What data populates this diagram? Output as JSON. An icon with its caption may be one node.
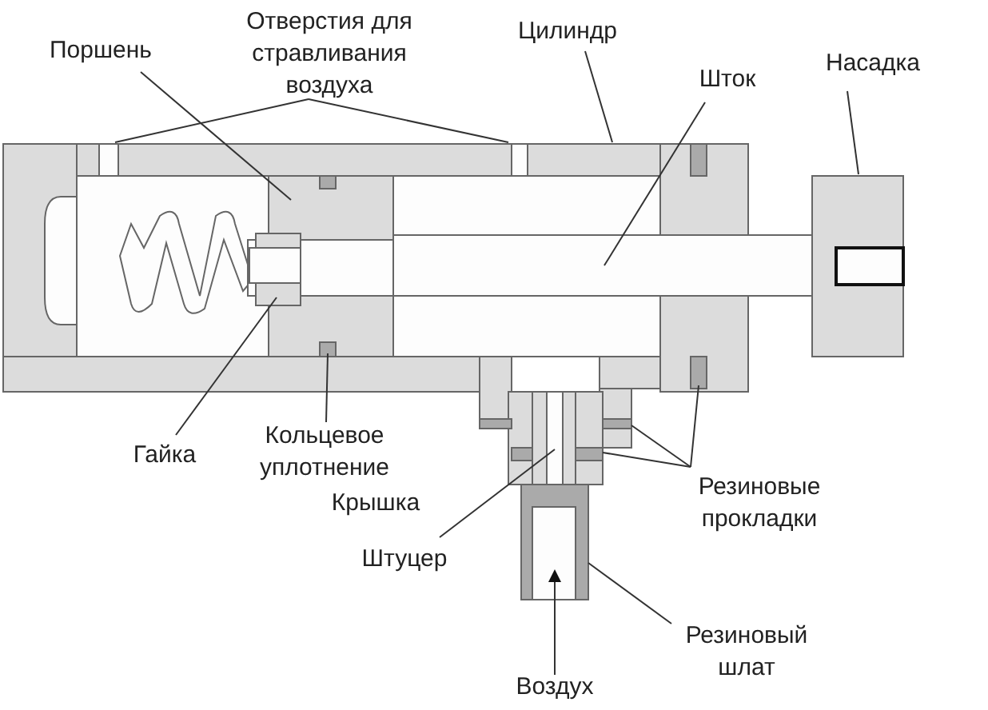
{
  "diagram": {
    "nodes": [
      {
        "text": [
          "Поршень"
        ]
      },
      {
        "text": [
          "Отверстия для стравливания воздуха"
        ]
      },
      {
        "text": [
          "Цилиндр"
        ]
      },
      {
        "text": [
          "Шток"
        ]
      },
      {
        "text": [
          "Насадка"
        ]
      },
      {
        "text": [
          "Гайка"
        ]
      },
      {
        "text": [
          "Кольцевое уплотнение"
        ]
      },
      {
        "text": [
          "Штуцер"
        ]
      },
      {
        "text": [
          "Резиновые прокладки"
        ]
      },
      {
        "text": [
          "Резиновый шлат"
        ]
      },
      {
        "text": [
          "Воздух"
        ]
      }
    ],
    "edges": [
      {
        "from": 0,
        "to": null,
        "arrow": "none"
      },
      {
        "from": 1,
        "to": null,
        "arrow": "none"
      },
      {
        "from": 1,
        "to": null,
        "arrow": "none"
      },
      {
        "from": 2,
        "to": null,
        "arrow": "none"
      },
      {
        "from": 3,
        "to": null,
        "arrow": "none"
      },
      {
        "from": 4,
        "to": null,
        "arrow": "none"
      },
      {
        "from": 5,
        "to": null,
        "arrow": "none"
      },
      {
        "from": 6,
        "to": null,
        "arrow": "none"
      },
      {
        "from": 7,
        "to": null,
        "arrow": "none"
      },
      {
        "from": 8,
        "to": null,
        "arrow": "none"
      },
      {
        "from": 8,
        "to": null,
        "arrow": "none"
      },
      {
        "from": 8,
        "to": null,
        "arrow": "none"
      },
      {
        "from": 9,
        "to": null,
        "arrow": "none"
      },
      {
        "from": 10,
        "to": null,
        "arrow": "to"
      }
    ],
    "labels": [
      "Крышка"
    ]
  }
}
